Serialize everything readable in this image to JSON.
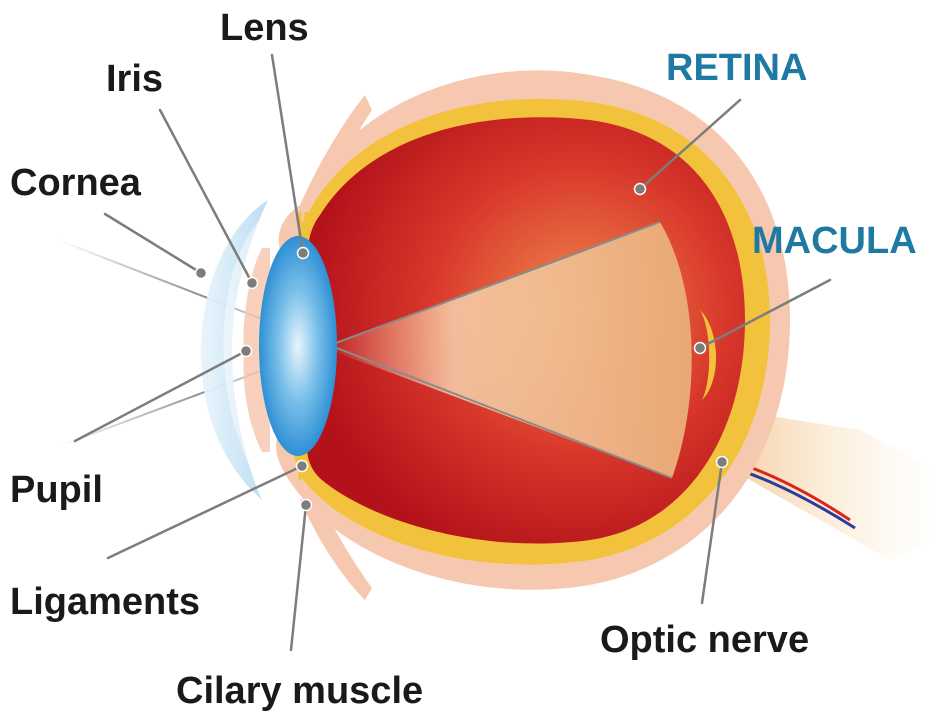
{
  "labels": {
    "lens": "Lens",
    "iris": "Iris",
    "cornea": "Cornea",
    "retina": "RETINA",
    "macula": "MACULA",
    "pupil": "Pupil",
    "ligaments": "Ligaments",
    "cilary_muscle": "Cilary muscle",
    "optic_nerve": "Optic nerve"
  },
  "colors": {
    "label_text": "#1a1a1a",
    "accent_label": "#1f7aa3",
    "sclera": "#f7c8b0",
    "choroid": "#f3c23c",
    "vitreous_red": "#c8141c",
    "lens_blue": "#2b8fd4",
    "cornea_blue": "#cfe7f7",
    "light_cone": "#f6d2ad",
    "leader_line": "#7d7d7d"
  }
}
